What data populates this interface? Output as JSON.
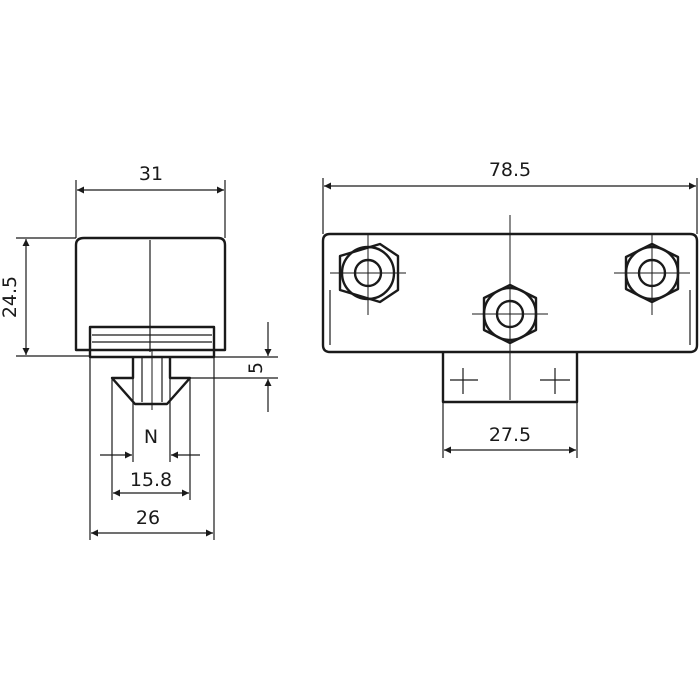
{
  "dimensions": {
    "top_width": "31",
    "height": "24.5",
    "step_height": "5",
    "slot_label": "N",
    "inner_width": "15.8",
    "base_width": "26",
    "length": "78.5",
    "foot_width": "27.5"
  }
}
